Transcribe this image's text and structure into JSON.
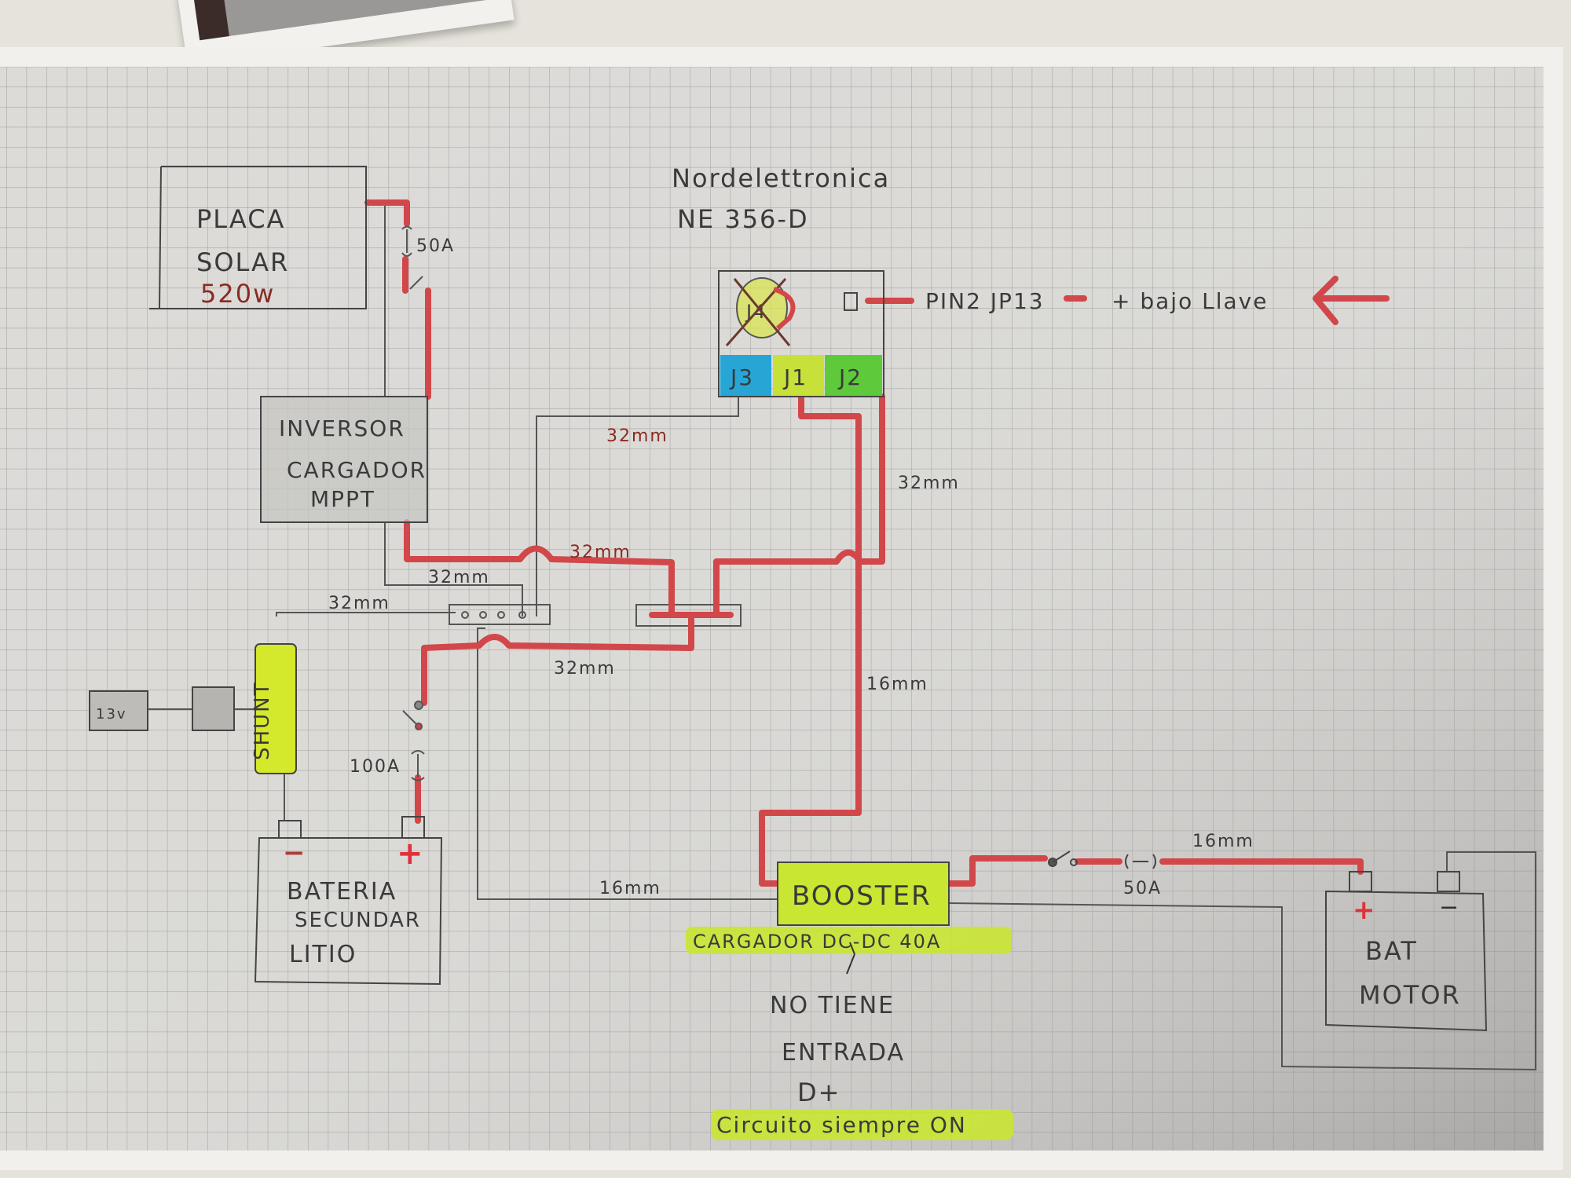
{
  "title": {
    "line1": "Nordelettronica",
    "line2": "NE 356-D"
  },
  "solar_panel": {
    "line1": "PLACA",
    "line2": "SOLAR",
    "power": "520w",
    "fuse": "50A"
  },
  "inverter": {
    "line1": "INVERSOR",
    "line2": "CARGADOR",
    "line3": "MPPT"
  },
  "relay_module": {
    "crossed_terminal": "J4",
    "pin_label": "PIN2 JP13",
    "note": "+ bajo Llave",
    "terminals": [
      {
        "label": "J3",
        "color": "#27a6d6"
      },
      {
        "label": "J1",
        "color": "#c8e03a"
      },
      {
        "label": "J2",
        "color": "#5fc93c"
      }
    ]
  },
  "wire_labels": {
    "relay_to_busbar": "32mm",
    "inverter_to_busbar": "32mm",
    "inverter_neg": "32mm",
    "shunt_to_neg_bus": "32mm",
    "j2_to_pos_bus": "32mm",
    "pos_bus_to_battery": "32mm",
    "j1_to_booster": "16mm",
    "neg_to_booster": "16mm",
    "booster_to_motor": "16mm"
  },
  "shunt": {
    "label": "SHUNT",
    "display": "13v"
  },
  "secondary_battery": {
    "line1": "BATERIA",
    "line2": "SECUNDAR",
    "line3": "LITIO",
    "fuse": "100A",
    "pos": "+",
    "neg": "−"
  },
  "booster": {
    "label": "BOOSTER",
    "caption": "CARGADOR DC-DC 40A",
    "note_line1": "NO TIENE",
    "note_line2": "ENTRADA",
    "note_line3": "D+",
    "note_highlight": "Circuito siempre ON"
  },
  "motor_battery": {
    "line1": "BAT",
    "line2": "MOTOR",
    "fuse": "50A",
    "pos": "+",
    "neg": "−"
  },
  "colors": {
    "wire_positive": "#d2474a",
    "wire_negative": "#6a6a6a",
    "highlight": "#c9e632",
    "grid": "#a9a9a9"
  }
}
